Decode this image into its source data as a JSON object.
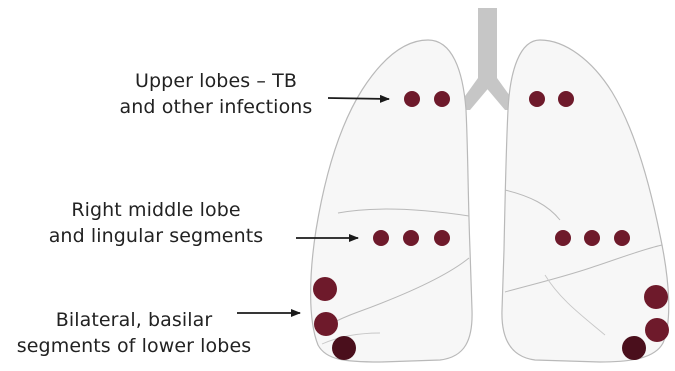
{
  "labels": {
    "upper": {
      "line1": "Upper lobes – TB",
      "line2": "and other infections"
    },
    "middle": {
      "line1": "Right middle lobe",
      "line2": "and lingular segments"
    },
    "basal": {
      "line1": "Bilateral, basilar",
      "line2": "segments of lower lobes"
    }
  },
  "colors": {
    "lung_fill": "#f7f7f7",
    "lung_outline": "#b9b9b9",
    "airway": "#c6c6c6",
    "lesion": "#6e1a2b",
    "lesion_dark": "#4a0f1c",
    "arrow": "#1a1a1a",
    "text": "#222222"
  }
}
